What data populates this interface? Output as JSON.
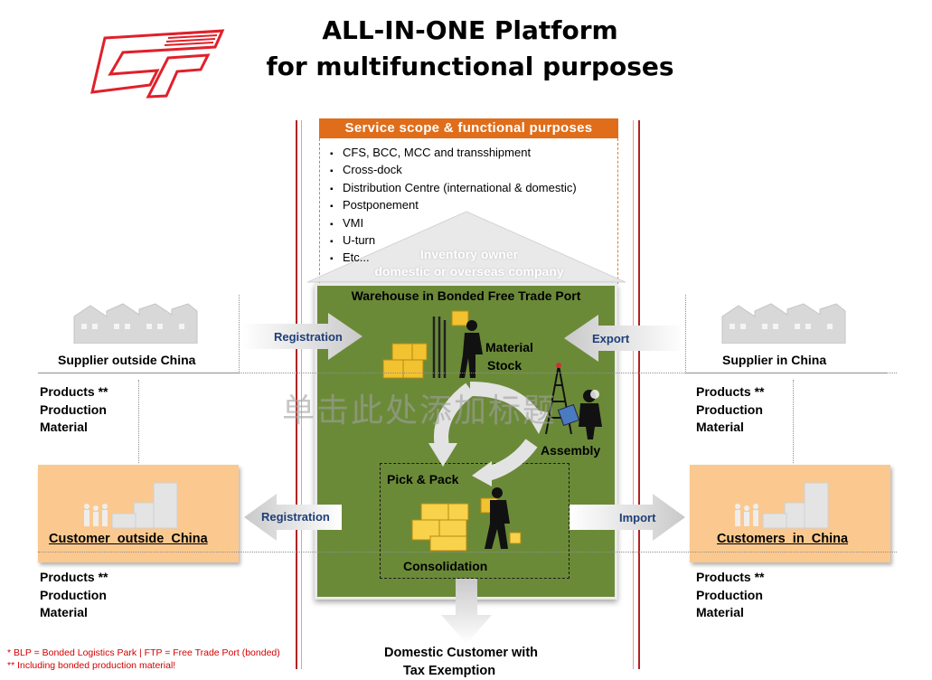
{
  "header": {
    "title_line1": "ALL-IN-ONE Platform",
    "title_line2": "for multifunctional purposes"
  },
  "service": {
    "heading": "Service scope & functional purposes",
    "items": [
      "CFS, BCC, MCC and transshipment",
      "Cross-dock",
      "Distribution Centre (international & domestic)",
      "Postponement",
      "VMI",
      "U-turn",
      "Etc..."
    ]
  },
  "roof": {
    "line1": "Inventory owner",
    "line2": "domestic or overseas company"
  },
  "warehouse": {
    "title": "Warehouse in Bonded Free Trade Port",
    "material_stock_line1": "Material",
    "material_stock_line2": "Stock",
    "assembly": "Assembly",
    "pick_pack": "Pick & Pack",
    "consolidation": "Consolidation"
  },
  "arrows": {
    "registration_in": "Registration",
    "registration_out": "Registration",
    "export": "Export",
    "import": "Import"
  },
  "left": {
    "supplier": "Supplier outside China",
    "customer": "Customer  outside  China",
    "products_top": [
      "Products **",
      "Production",
      "Material"
    ],
    "products_bottom": [
      "Products **",
      "Production",
      "Material"
    ]
  },
  "right": {
    "supplier": "Supplier in China",
    "customer": "Customers  in  China",
    "products_top": [
      "Products **",
      "Production",
      "Material"
    ],
    "products_bottom": [
      "Products **",
      "Production",
      "Material"
    ]
  },
  "bottom": {
    "line1": "Domestic Customer with",
    "line2": "Tax Exemption"
  },
  "watermark": "单击此处添加标题",
  "footnotes": {
    "line1": "* BLP = Bonded Logistics Park | FTP = Free Trade Port  (bonded)",
    "line2": "** Including bonded production material!"
  },
  "colors": {
    "brand_red": "#e0202a",
    "accent_orange": "#e06d1a",
    "warehouse_green": "#6b8a38",
    "customer_box": "#fbc98f",
    "arrow_label_blue": "#1f3e78"
  }
}
